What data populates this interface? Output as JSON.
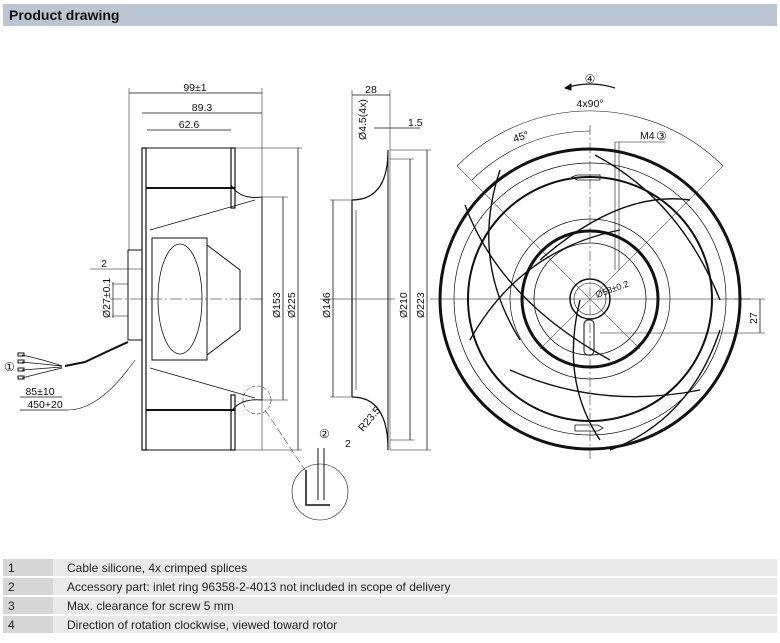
{
  "header": {
    "title": "Product drawing"
  },
  "drawing": {
    "side_view": {
      "d99": "99±1",
      "d89": "89.3",
      "d62": "62.6",
      "d2": "2",
      "d27": "Ø27±0.1",
      "d153": "Ø153",
      "d225": "Ø225",
      "d85": "85±10",
      "d450": "450+20",
      "callout1": "①"
    },
    "inlet_ring": {
      "d28": "28",
      "d45": "Ø4.5(4x)",
      "d15": "1.5",
      "d146": "Ø146",
      "d210": "Ø210",
      "d223": "Ø223",
      "r235": "R23.5",
      "callout2": "②",
      "d2": "2"
    },
    "front_view": {
      "callout4": "④",
      "a490": "4x90°",
      "a45": "45°",
      "m4": "M4",
      "callout3": "③",
      "d58": "Ø58±0.2",
      "d27": "27"
    }
  },
  "notes": [
    {
      "num": "1",
      "text": "Cable silicone, 4x crimped splices"
    },
    {
      "num": "2",
      "text": "Accessory part: inlet ring 96358-2-4013 not included in scope of delivery"
    },
    {
      "num": "3",
      "text": "Max. clearance for screw 5 mm"
    },
    {
      "num": "4",
      "text": "Direction of rotation clockwise, viewed toward rotor"
    }
  ]
}
